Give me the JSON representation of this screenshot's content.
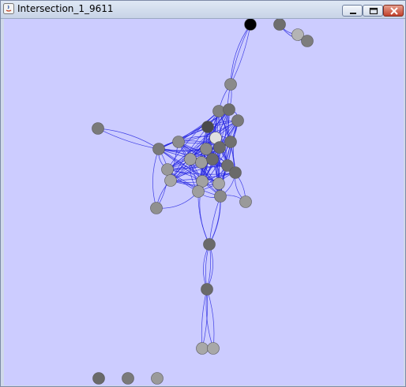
{
  "window": {
    "title": "Intersection_1_9611"
  },
  "graph": {
    "edge_color": "#2626e0",
    "background": "#ccccff",
    "nodes": [
      {
        "id": "n0",
        "fill": "#000000"
      },
      {
        "id": "n1",
        "fill": "#6e6e6e"
      },
      {
        "id": "n2",
        "fill": "#b4b4b4"
      },
      {
        "id": "n3",
        "fill": "#7d7d7d"
      },
      {
        "id": "n4",
        "fill": "#8a8a8a"
      },
      {
        "id": "n5",
        "fill": "#7a7a7a"
      },
      {
        "id": "n6",
        "fill": "#808080"
      },
      {
        "id": "n7",
        "fill": "#6e6e6e"
      },
      {
        "id": "n8",
        "fill": "#4a4a4a"
      },
      {
        "id": "n9",
        "fill": "#e0e0e0"
      },
      {
        "id": "n10",
        "fill": "#7a7a7a"
      },
      {
        "id": "n11",
        "fill": "#7a7a7a"
      },
      {
        "id": "n12",
        "fill": "#8c8c8c"
      },
      {
        "id": "n13",
        "fill": "#707070"
      },
      {
        "id": "n14",
        "fill": "#8a8a8a"
      },
      {
        "id": "n15",
        "fill": "#6b6b6b"
      },
      {
        "id": "n16",
        "fill": "#a0a0a0"
      },
      {
        "id": "n17",
        "fill": "#9c9c9c"
      },
      {
        "id": "n18",
        "fill": "#6a6a6a"
      },
      {
        "id": "n19",
        "fill": "#6f6f6f"
      },
      {
        "id": "n20",
        "fill": "#999999"
      },
      {
        "id": "n21",
        "fill": "#6a6a6a"
      },
      {
        "id": "n22",
        "fill": "#a6a6a6"
      },
      {
        "id": "n23",
        "fill": "#a2a2a2"
      },
      {
        "id": "n24",
        "fill": "#a5a5a5"
      },
      {
        "id": "n25",
        "fill": "#9e9e9e"
      },
      {
        "id": "n26",
        "fill": "#8a8a8a"
      },
      {
        "id": "n27",
        "fill": "#909090"
      },
      {
        "id": "n28",
        "fill": "#9a9a9a"
      },
      {
        "id": "n29",
        "fill": "#6a6a6a"
      },
      {
        "id": "n30",
        "fill": "#6a6a6a"
      },
      {
        "id": "n31",
        "fill": "#a8a8a8"
      },
      {
        "id": "n32",
        "fill": "#a8a8a8"
      },
      {
        "id": "n33",
        "fill": "#6a6a6a"
      },
      {
        "id": "n34",
        "fill": "#7a7a7a"
      },
      {
        "id": "n35",
        "fill": "#9a9a9a"
      }
    ]
  }
}
